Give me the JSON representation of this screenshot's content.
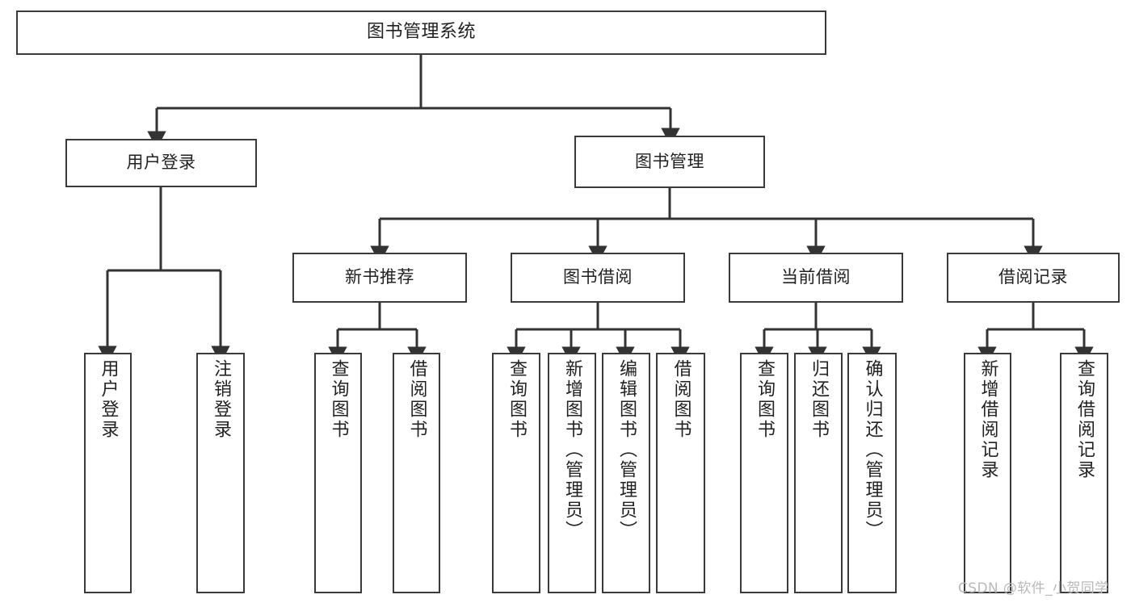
{
  "diagram": {
    "title": "图书管理系统",
    "type": "tree-hierarchy-diagram",
    "watermark": "CSDN @软件_小贺同学",
    "colors": {
      "background": "#ffffff",
      "box_border": "#3b3b3b",
      "box_fill": "#ffffff",
      "edge": "#333333",
      "text": "#222222",
      "watermark": "#b9b9b9"
    },
    "levels": {
      "level1": [
        "图书管理系统"
      ],
      "level2": [
        "用户登录",
        "图书管理"
      ],
      "level3": [
        "新书推荐",
        "图书借阅",
        "当前借阅",
        "借阅记录"
      ],
      "level4": [
        "用户登录",
        "注销登录",
        "查询图书",
        "借阅图书",
        "查询图书",
        "新增图书（管理员）",
        "编辑图书（管理员）",
        "借阅图书",
        "查询图书",
        "归还图书",
        "确认归还（管理员）",
        "新增借阅记录",
        "查询借阅记录"
      ]
    },
    "nodes": {
      "root": {
        "label": "图书管理系统"
      },
      "user_login": {
        "label": "用户登录"
      },
      "book_manage": {
        "label": "图书管理"
      },
      "new_book_rec": {
        "label": "新书推荐"
      },
      "book_borrow": {
        "label": "图书借阅"
      },
      "current_borrow": {
        "label": "当前借阅"
      },
      "borrow_record": {
        "label": "借阅记录"
      },
      "leaf_user_login": {
        "label": "用户登录"
      },
      "leaf_logout": {
        "label": "注销登录"
      },
      "leaf_query_book_1": {
        "label": "查询图书"
      },
      "leaf_borrow_book_1": {
        "label": "借阅图书"
      },
      "leaf_query_book_2": {
        "label": "查询图书"
      },
      "leaf_add_book": {
        "label": "新增图书（管理员）"
      },
      "leaf_edit_book": {
        "label": "编辑图书（管理员）"
      },
      "leaf_borrow_book_2": {
        "label": "借阅图书"
      },
      "leaf_query_book_3": {
        "label": "查询图书"
      },
      "leaf_return_book": {
        "label": "归还图书"
      },
      "leaf_confirm_return": {
        "label": "确认归还（管理员）"
      },
      "leaf_add_record": {
        "label": "新增借阅记录"
      },
      "leaf_query_record": {
        "label": "查询借阅记录"
      }
    },
    "edges": [
      {
        "from": "root",
        "to": "user_login"
      },
      {
        "from": "root",
        "to": "book_manage"
      },
      {
        "from": "user_login",
        "to": "leaf_user_login"
      },
      {
        "from": "user_login",
        "to": "leaf_logout"
      },
      {
        "from": "book_manage",
        "to": "new_book_rec"
      },
      {
        "from": "book_manage",
        "to": "book_borrow"
      },
      {
        "from": "book_manage",
        "to": "current_borrow"
      },
      {
        "from": "book_manage",
        "to": "borrow_record"
      },
      {
        "from": "new_book_rec",
        "to": "leaf_query_book_1"
      },
      {
        "from": "new_book_rec",
        "to": "leaf_borrow_book_1"
      },
      {
        "from": "book_borrow",
        "to": "leaf_query_book_2"
      },
      {
        "from": "book_borrow",
        "to": "leaf_add_book"
      },
      {
        "from": "book_borrow",
        "to": "leaf_edit_book"
      },
      {
        "from": "book_borrow",
        "to": "leaf_borrow_book_2"
      },
      {
        "from": "current_borrow",
        "to": "leaf_query_book_3"
      },
      {
        "from": "current_borrow",
        "to": "leaf_return_book"
      },
      {
        "from": "current_borrow",
        "to": "leaf_confirm_return"
      },
      {
        "from": "borrow_record",
        "to": "leaf_add_record"
      },
      {
        "from": "borrow_record",
        "to": "leaf_query_record"
      }
    ]
  }
}
